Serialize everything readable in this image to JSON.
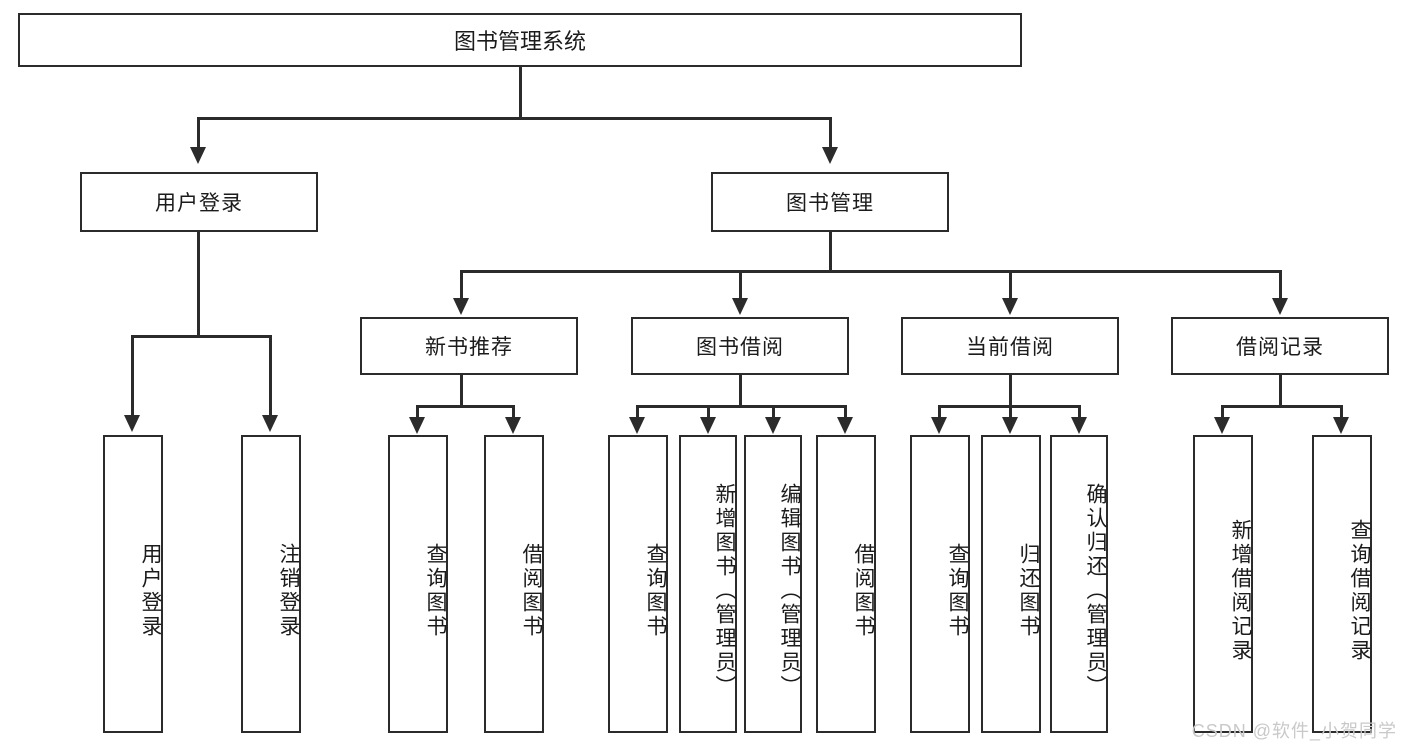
{
  "diagram": {
    "title": "图书管理系统",
    "root": {
      "label": "图书管理系统"
    },
    "level2": [
      {
        "label": "用户登录"
      },
      {
        "label": "图书管理"
      }
    ],
    "level3": [
      {
        "label": "新书推荐"
      },
      {
        "label": "图书借阅"
      },
      {
        "label": "当前借阅"
      },
      {
        "label": "借阅记录"
      }
    ],
    "leaves": [
      {
        "label": "用户登录",
        "parent": "用户登录"
      },
      {
        "label": "注销登录",
        "parent": "用户登录"
      },
      {
        "label": "查询图书",
        "parent": "新书推荐"
      },
      {
        "label": "借阅图书",
        "parent": "新书推荐"
      },
      {
        "label": "查询图书",
        "parent": "图书借阅"
      },
      {
        "label": "新增图书（管理员）",
        "parent": "图书借阅"
      },
      {
        "label": "编辑图书（管理员）",
        "parent": "图书借阅"
      },
      {
        "label": "借阅图书",
        "parent": "图书借阅"
      },
      {
        "label": "查询图书",
        "parent": "当前借阅"
      },
      {
        "label": "归还图书",
        "parent": "当前借阅"
      },
      {
        "label": "确认归还（管理员）",
        "parent": "当前借阅"
      },
      {
        "label": "新增借阅记录",
        "parent": "借阅记录"
      },
      {
        "label": "查询借阅记录",
        "parent": "借阅记录"
      }
    ]
  },
  "watermark": {
    "text": "CSDN @软件_小贺同学"
  },
  "colors": {
    "stroke": "#2b2b2b",
    "background": "#ffffff",
    "text": "#1b1b1b",
    "watermark": "#c9c9c9"
  }
}
